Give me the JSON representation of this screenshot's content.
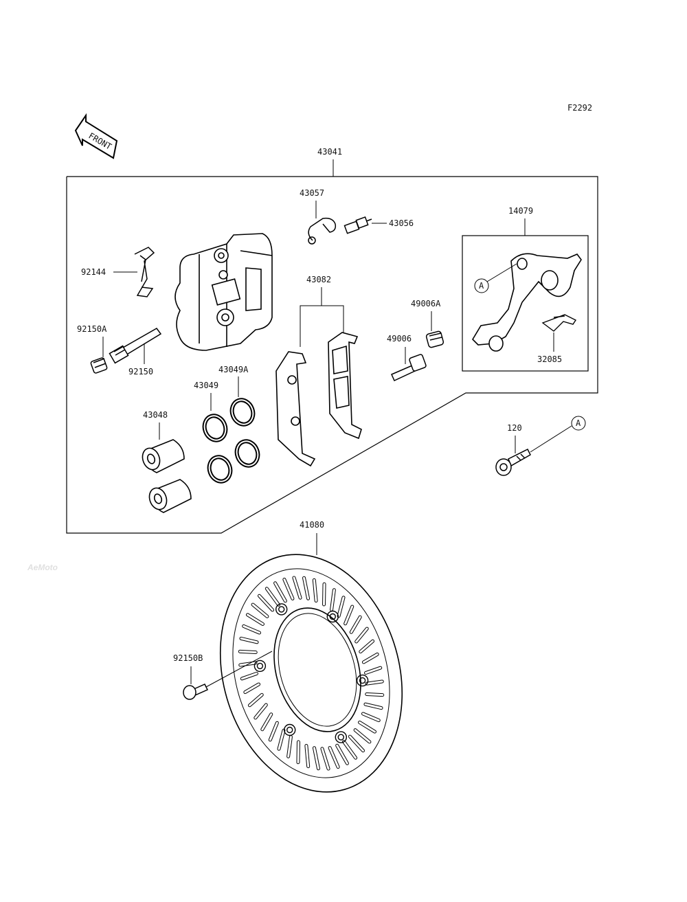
{
  "figure_code": "F2292",
  "front_label": "FRONT",
  "watermark": "AeMoto",
  "callouts": {
    "assembly_caliper": "43041",
    "bleeder_cap": "43057",
    "bleeder_valve": "43056",
    "caliper_bracket_assy": "14079",
    "pad_spring": "92144",
    "brake_pads": "43082",
    "boot_a": "49006A",
    "pin_b": "49006",
    "plug_a": "92150A",
    "pin_bolt": "92150",
    "seal_a": "43049A",
    "seal": "43049",
    "piston": "43048",
    "bracket_clip": "32085",
    "bolt": "120",
    "disc": "41080",
    "disc_bolt": "92150B"
  },
  "markers": {
    "ref_a": "A"
  }
}
